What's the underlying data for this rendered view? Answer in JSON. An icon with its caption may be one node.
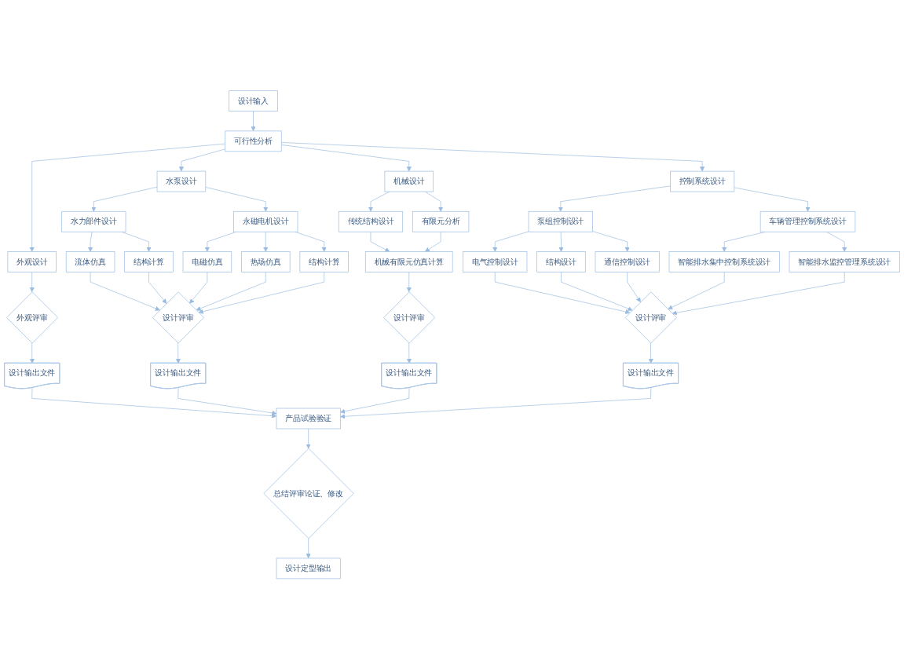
{
  "diagram": {
    "nodes": [
      {
        "text": [
          "设计输入"
        ]
      },
      {
        "text": [
          "可行性分析"
        ]
      },
      {
        "text": [
          "外观设计"
        ]
      },
      {
        "text": [
          "水泵设计"
        ]
      },
      {
        "text": [
          "机械设计"
        ]
      },
      {
        "text": [
          "控制系统设计"
        ]
      },
      {
        "text": [
          "水力部件设计"
        ]
      },
      {
        "text": [
          "永磁电机设计"
        ]
      },
      {
        "text": [
          "传统结构设计"
        ]
      },
      {
        "text": [
          "有限元分析"
        ]
      },
      {
        "text": [
          "泵组控制设计"
        ]
      },
      {
        "text": [
          "车辆管理控制系统设计"
        ]
      },
      {
        "text": [
          "流体仿真"
        ]
      },
      {
        "text": [
          "结构计算"
        ]
      },
      {
        "text": [
          "电磁仿真"
        ]
      },
      {
        "text": [
          "热场仿真"
        ]
      },
      {
        "text": [
          "结构计算"
        ]
      },
      {
        "text": [
          "机械有限元仿真计算"
        ]
      },
      {
        "text": [
          "电气控制设计"
        ]
      },
      {
        "text": [
          "结构设计"
        ]
      },
      {
        "text": [
          "通信控制设计"
        ]
      },
      {
        "text": [
          "智能排水集中控制系统设计"
        ]
      },
      {
        "text": [
          "智能排水监控管理系统设计"
        ]
      },
      {
        "text": [
          "外观评审"
        ]
      },
      {
        "text": [
          "设计评审"
        ]
      },
      {
        "text": [
          "设计评审"
        ]
      },
      {
        "text": [
          "设计评审"
        ]
      },
      {
        "text": [
          "设计输出文件"
        ]
      },
      {
        "text": [
          "设计输出文件"
        ]
      },
      {
        "text": [
          "设计输出文件"
        ]
      },
      {
        "text": [
          "设计输出文件"
        ]
      },
      {
        "text": [
          "产品试验验证"
        ]
      },
      {
        "text": [
          "总结评审论证、修改"
        ]
      },
      {
        "text": [
          "设计定型输出"
        ]
      }
    ],
    "edges": [
      {
        "from": 0,
        "to": 1,
        "arrow": "to"
      },
      {
        "from": 1,
        "to": 2,
        "arrow": "to"
      },
      {
        "from": 1,
        "to": 3,
        "arrow": "to"
      },
      {
        "from": 1,
        "to": 4,
        "arrow": "to"
      },
      {
        "from": 1,
        "to": 5,
        "arrow": "to"
      },
      {
        "from": 3,
        "to": 6,
        "arrow": "to"
      },
      {
        "from": 3,
        "to": 7,
        "arrow": "to"
      },
      {
        "from": 4,
        "to": 8,
        "arrow": "to"
      },
      {
        "from": 4,
        "to": 9,
        "arrow": "to"
      },
      {
        "from": 5,
        "to": 10,
        "arrow": "to"
      },
      {
        "from": 5,
        "to": 11,
        "arrow": "to"
      },
      {
        "from": 6,
        "to": 12,
        "arrow": "to"
      },
      {
        "from": 6,
        "to": 13,
        "arrow": "to"
      },
      {
        "from": 7,
        "to": 14,
        "arrow": "to"
      },
      {
        "from": 7,
        "to": 15,
        "arrow": "to"
      },
      {
        "from": 7,
        "to": 16,
        "arrow": "to"
      },
      {
        "from": 8,
        "to": 17,
        "arrow": "to"
      },
      {
        "from": 9,
        "to": 17,
        "arrow": "to"
      },
      {
        "from": 10,
        "to": 18,
        "arrow": "to"
      },
      {
        "from": 10,
        "to": 19,
        "arrow": "to"
      },
      {
        "from": 10,
        "to": 20,
        "arrow": "to"
      },
      {
        "from": 11,
        "to": 21,
        "arrow": "to"
      },
      {
        "from": 11,
        "to": 22,
        "arrow": "to"
      },
      {
        "from": 2,
        "to": 23,
        "arrow": "to"
      },
      {
        "from": 12,
        "to": 24,
        "arrow": "to"
      },
      {
        "from": 13,
        "to": 24,
        "arrow": "to"
      },
      {
        "from": 14,
        "to": 24,
        "arrow": "to"
      },
      {
        "from": 15,
        "to": 24,
        "arrow": "to"
      },
      {
        "from": 16,
        "to": 24,
        "arrow": "to"
      },
      {
        "from": 17,
        "to": 25,
        "arrow": "to"
      },
      {
        "from": 18,
        "to": 26,
        "arrow": "to"
      },
      {
        "from": 19,
        "to": 26,
        "arrow": "to"
      },
      {
        "from": 20,
        "to": 26,
        "arrow": "to"
      },
      {
        "from": 21,
        "to": 26,
        "arrow": "to"
      },
      {
        "from": 22,
        "to": 26,
        "arrow": "to"
      },
      {
        "from": 23,
        "to": 27,
        "arrow": "to"
      },
      {
        "from": 24,
        "to": 28,
        "arrow": "to"
      },
      {
        "from": 25,
        "to": 29,
        "arrow": "to"
      },
      {
        "from": 26,
        "to": 30,
        "arrow": "to"
      },
      {
        "from": 27,
        "to": 31,
        "arrow": "to"
      },
      {
        "from": 28,
        "to": 31,
        "arrow": "to"
      },
      {
        "from": 29,
        "to": 31,
        "arrow": "to"
      },
      {
        "from": 30,
        "to": 31,
        "arrow": "to"
      },
      {
        "from": 31,
        "to": 32,
        "arrow": "to"
      },
      {
        "from": 32,
        "to": 33,
        "arrow": "to"
      }
    ]
  }
}
